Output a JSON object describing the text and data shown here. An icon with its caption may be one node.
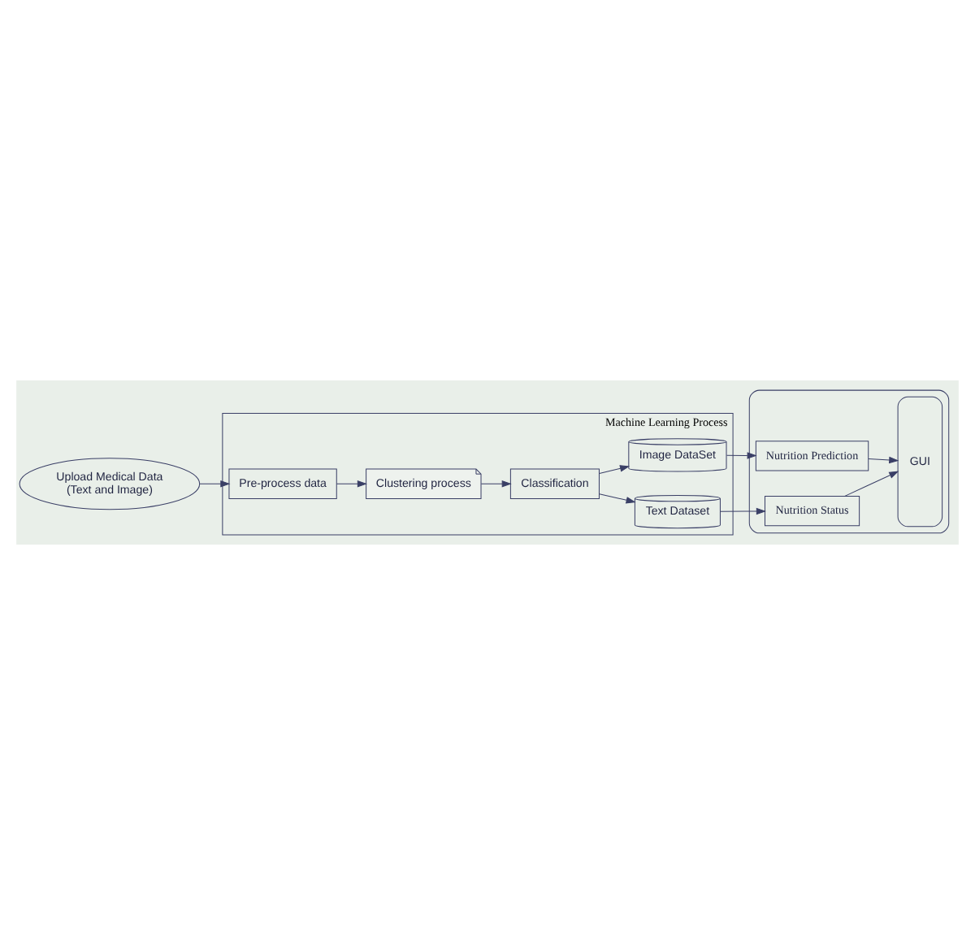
{
  "diagram": {
    "nodes": [
      {
        "text": [
          "Upload Medical Data",
          "(Text and Image)"
        ]
      },
      {
        "text": [
          "Machine Learning Process"
        ]
      },
      {
        "text": [
          "Pre-process data"
        ],
        "in": 1
      },
      {
        "text": [
          "Clustering process"
        ],
        "in": 1
      },
      {
        "text": [
          "Text Dataset"
        ],
        "in": 1
      },
      {
        "text": [
          "Classification"
        ],
        "in": 1
      },
      {
        "text": [
          "Image DataSet"
        ],
        "in": 1
      },
      {
        "text": [],
        "shape": "box"
      },
      {
        "text": [
          "GUI"
        ],
        "in": 7
      },
      {
        "text": [
          "Nutrition Status"
        ],
        "in": 7
      },
      {
        "text": [
          "Nutrition Prediction"
        ],
        "in": 7
      }
    ],
    "edges": [
      {
        "from": 0,
        "to": 2,
        "arrow": "to"
      },
      {
        "from": 2,
        "to": 3,
        "arrow": "to"
      },
      {
        "from": 3,
        "to": 5,
        "arrow": "to"
      },
      {
        "from": 5,
        "to": 4,
        "arrow": "to"
      },
      {
        "from": 5,
        "to": 6,
        "arrow": "to"
      },
      {
        "from": 4,
        "to": 9,
        "arrow": "to"
      },
      {
        "from": 6,
        "to": 10,
        "arrow": "to"
      },
      {
        "from": 9,
        "to": 8,
        "arrow": "to"
      },
      {
        "from": 10,
        "to": 8,
        "arrow": "to"
      }
    ]
  }
}
